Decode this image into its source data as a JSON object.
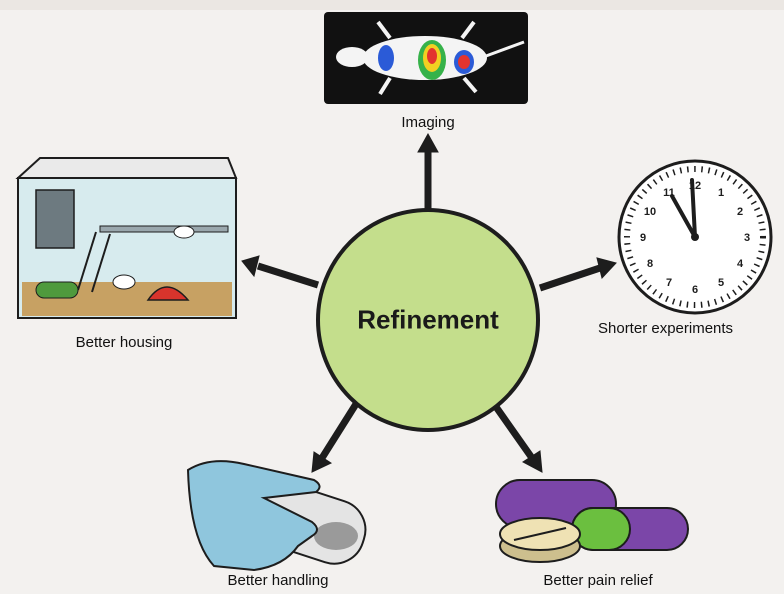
{
  "diagram": {
    "center": "Refinement",
    "items": {
      "imaging": "Imaging",
      "shorter": "Shorter experiments",
      "housing": "Better housing",
      "handling": "Better handling",
      "pain": "Better pain relief"
    }
  },
  "clock": {
    "numbers": [
      "12",
      "1",
      "2",
      "3",
      "4",
      "5",
      "6",
      "7",
      "8",
      "9",
      "10",
      "11"
    ]
  },
  "colors": {
    "hub_fill": "#c4de8c",
    "hub_stroke": "#1d1d1d",
    "arrow": "#1d1d1d",
    "glove": "#8fc6dd",
    "pill_purple": "#7b46a8",
    "pill_green": "#6bbf3f",
    "tablet": "#efe2b4"
  }
}
